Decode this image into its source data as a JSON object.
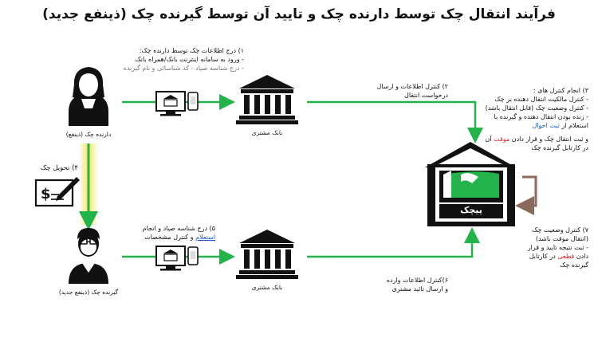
{
  "title": "فرآیند انتقال چک توسط دارنده چک و تایید آن توسط گیرنده چک (ذینفع جدید)",
  "step1": {
    "heading": "۱) درج اطلاعات چک توسط دارنده چک:",
    "line1": "- ورود به سامانه اینترنت بانک/همراه بانک",
    "line2": "- درج شناسه صیاد - کد شناسائی و نام گیرنده"
  },
  "step2": {
    "line1": "۲) کنترل اطلاعات و ارسال",
    "line2": "درخواست انتقال"
  },
  "step3": {
    "heading": "۳) انجام کنترل های :",
    "line1": "- کنترل مالکیت انتقال دهنده بر چک",
    "line2": "- کنترل وضعیت چک (قابل انتقال باشد)",
    "line3": "- زنده بودن انتقال دهنده و گیرنده با",
    "line4_pre": "استعلام از ",
    "line4_hl": "ثبت احوال",
    "line5_pre": "و ثبت انتقال چک و قرار دادن ",
    "line5_hl": "موقت",
    "line5_post": " آن",
    "line6": "در کارتابل گیرنده چک"
  },
  "step4": {
    "label": "۴) تحویل چک"
  },
  "step5": {
    "line1": "۵) درج شناسه صیاد و انجام",
    "line2_hl": "استعلام",
    "line2_post": " و کنترل مشخصات"
  },
  "step6": {
    "line1": "۶)کنترل اطلاعات وارده",
    "line2": "و  ارسال تائید مشتری"
  },
  "step7": {
    "line1": "۷) کنترل وضعیت چک",
    "line2": "(انتقال موقت باشد)",
    "line3": "- ثبت نتیجه تایید و قرار",
    "line4_pre": "دادن ",
    "line4_hl": "قطعی",
    "line4_post": " در کارتابل",
    "line5": "گیرنده چک"
  },
  "holder_label": "دارنده چک (ذینفع)",
  "receiver_label": "گیرنده چک (ذینفع جدید)",
  "bank_top_label": "بانک مشتری",
  "bank_bottom_label": "بانک مشتری",
  "sayad_label": "پیچک",
  "colors": {
    "arrow": "#22b34a",
    "yellow_glow": "#f4e04d",
    "brown_arrow": "#8a6a5a",
    "text_red": "#e02020",
    "text_blue": "#1a55c0"
  },
  "icons": [
    "user-female-icon",
    "user-male-icon",
    "bank-icon",
    "computer-icon",
    "mobile-icon",
    "cheque-icon",
    "sayad-house-icon"
  ]
}
